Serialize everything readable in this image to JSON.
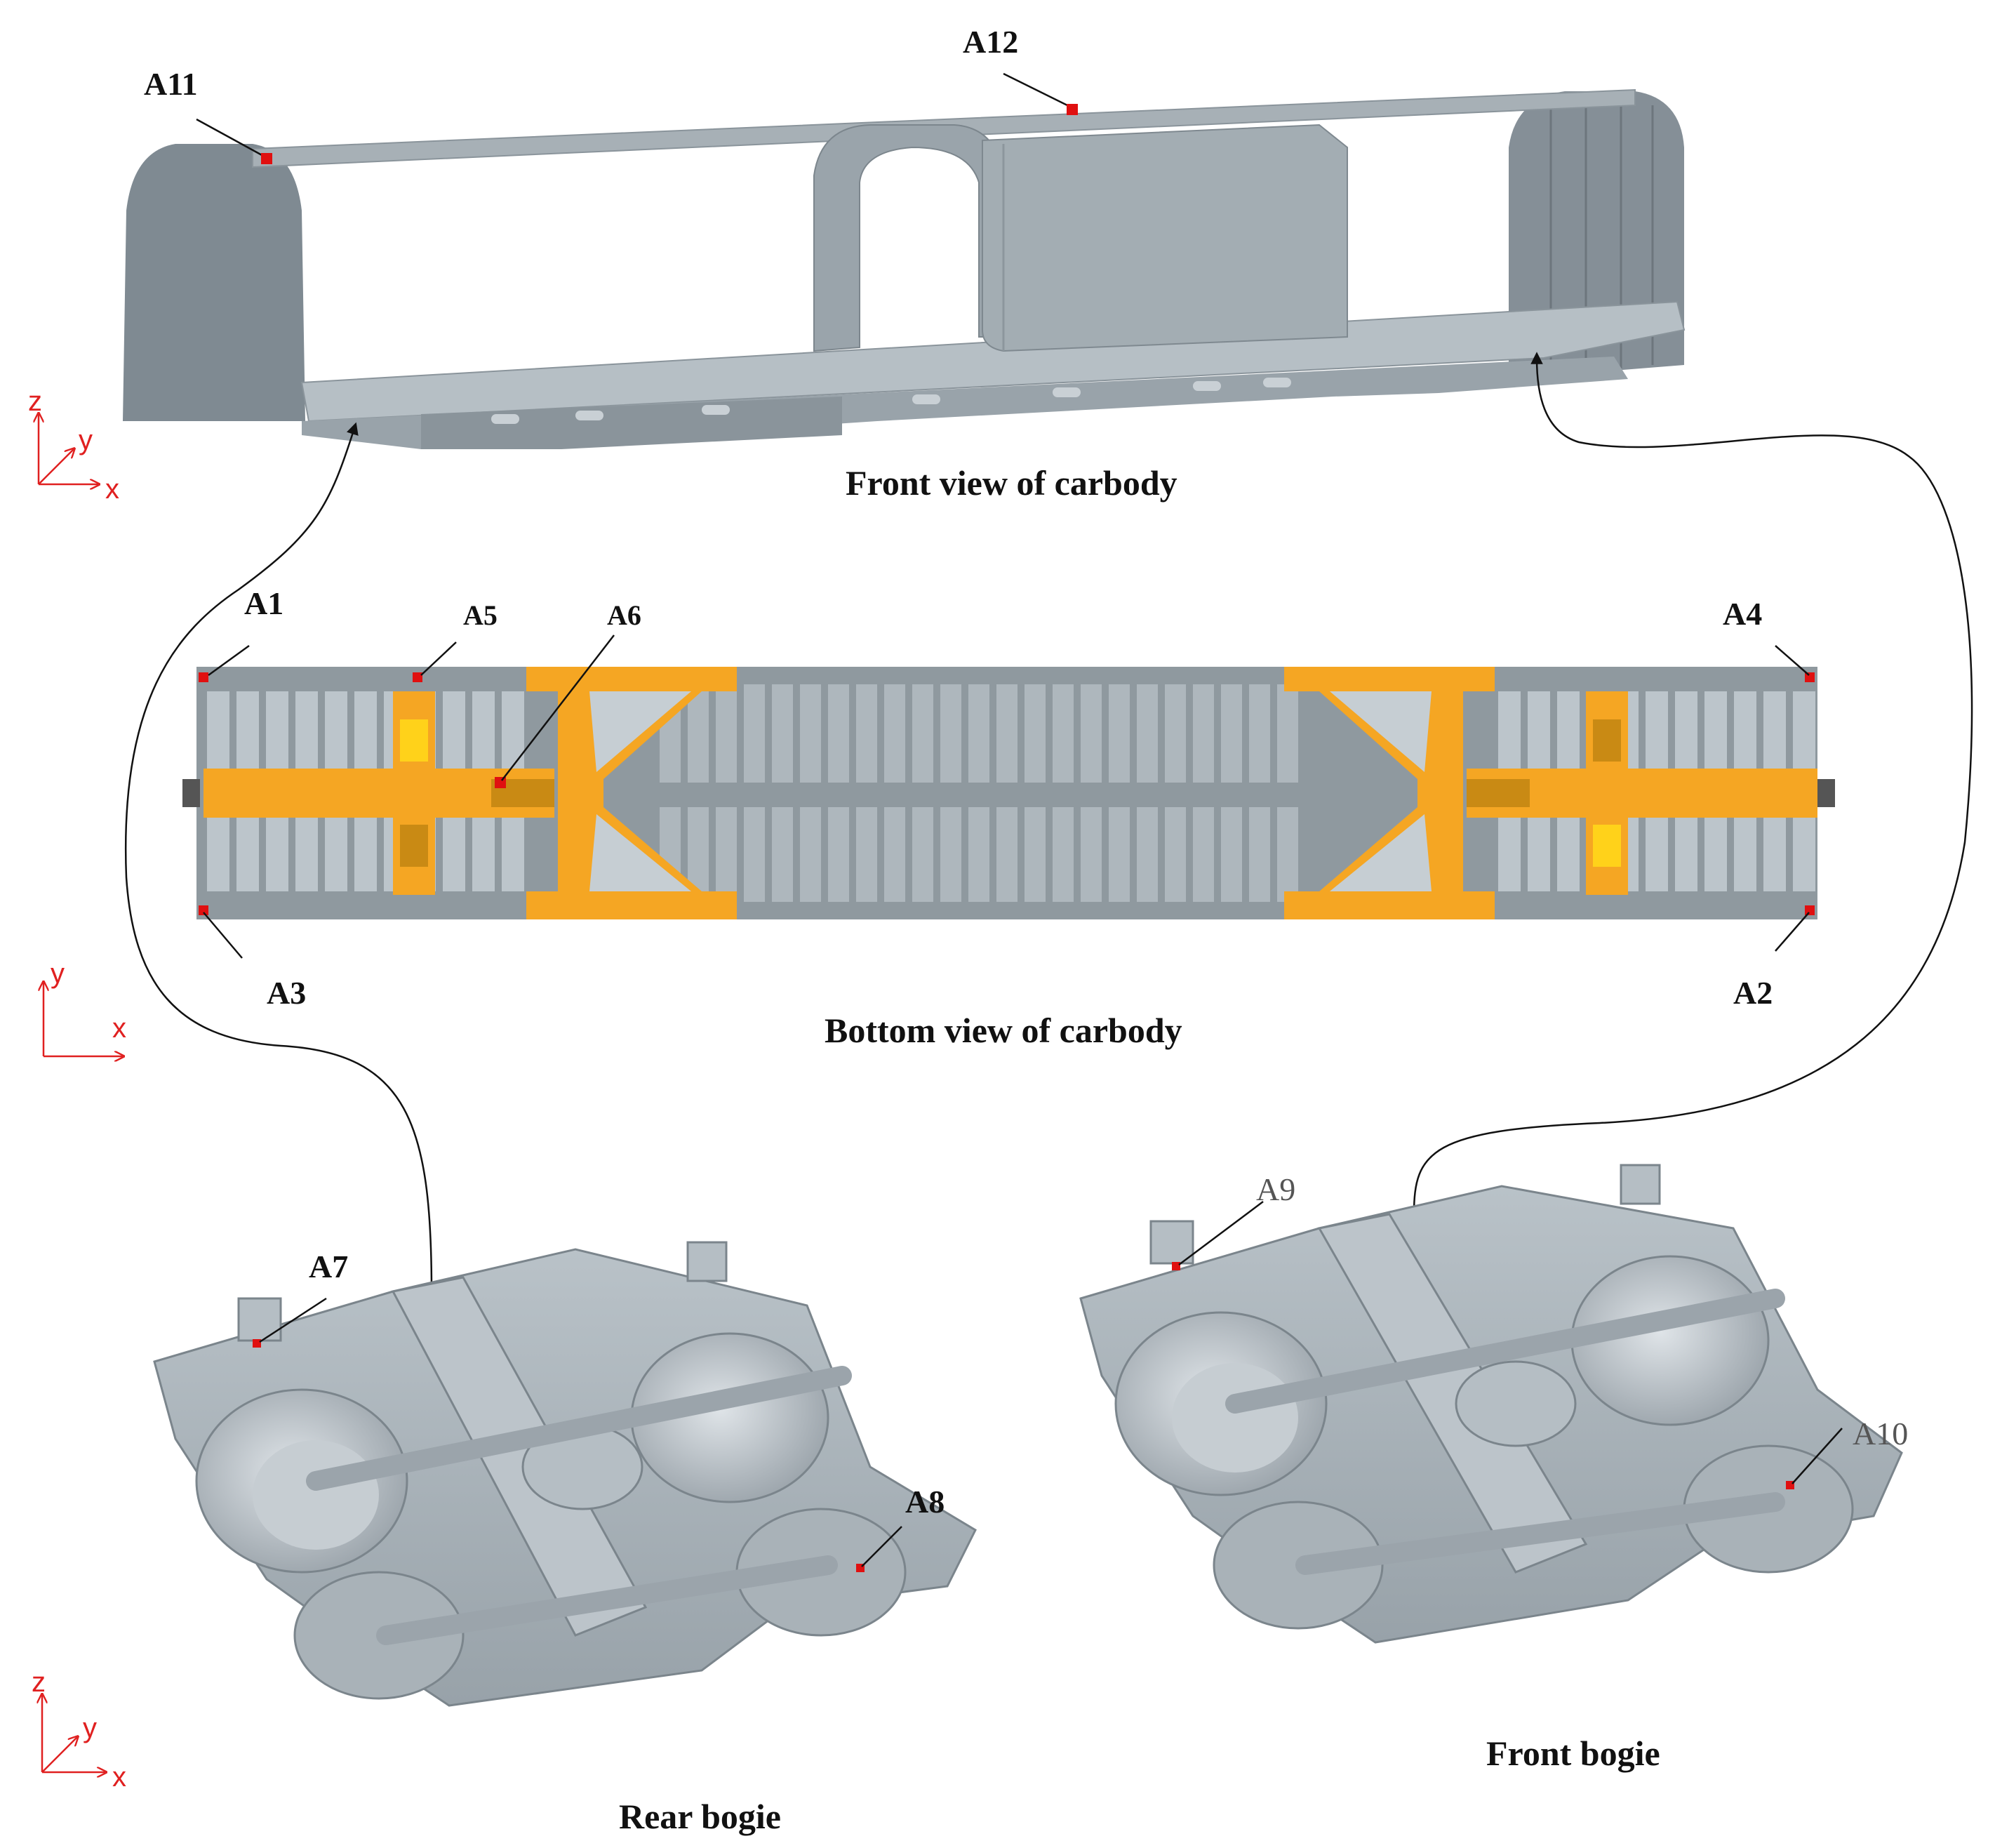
{
  "captions": {
    "front_view": "Front view of carbody",
    "bottom_view": "Bottom view of carbody",
    "rear_bogie": "Rear bogie",
    "front_bogie": "Front bogie"
  },
  "sensors": {
    "a1": "A1",
    "a2": "A2",
    "a3": "A3",
    "a4": "A4",
    "a5": "A5",
    "a6": "A6",
    "a7": "A7",
    "a8": "A8",
    "a9": "A9",
    "a10": "A10",
    "a11": "A11",
    "a12": "A12"
  },
  "axes": {
    "front": {
      "vertical": "z",
      "depth": "y",
      "horizontal": "x"
    },
    "bottom": {
      "vertical": "y",
      "horizontal": "x"
    },
    "bogie": {
      "vertical": "z",
      "depth": "y",
      "horizontal": "x"
    }
  },
  "colors": {
    "body_gray": "#a9b3ba",
    "body_dark": "#7d878f",
    "frame_orange": "#f5a623",
    "frame_yellow": "#ffd21a",
    "sensor_red": "#e01010",
    "axis_red": "#e02020"
  }
}
